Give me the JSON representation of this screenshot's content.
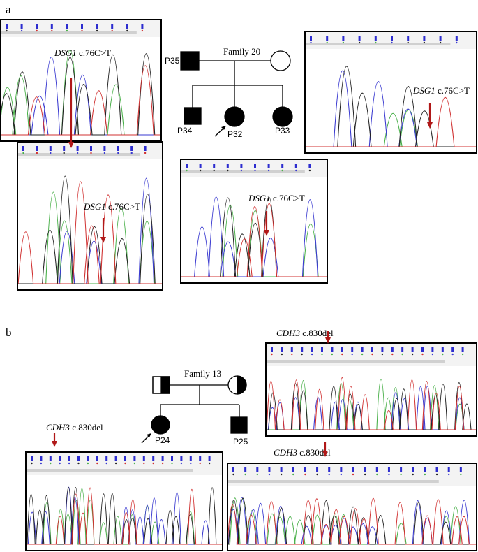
{
  "panel_a": {
    "letter": "a",
    "family_title": "Family 20",
    "members": {
      "father": "P35",
      "son": "P34",
      "proband": "P32",
      "daughter": "P33"
    },
    "variant_gene": "DSG1",
    "variant_change": " c.76C>T"
  },
  "panel_b": {
    "letter": "b",
    "family_title": "Family 13",
    "members": {
      "proband": "P24",
      "son": "P25"
    },
    "variant_gene": "CDH3",
    "variant_change": " c.830del"
  },
  "colors": {
    "arrow": "#b01818",
    "trace_A": "#4ab04a",
    "trace_C": "#3a3ad0",
    "trace_G": "#222222",
    "trace_T": "#d03030",
    "header_bar": "#2c2ccf"
  }
}
